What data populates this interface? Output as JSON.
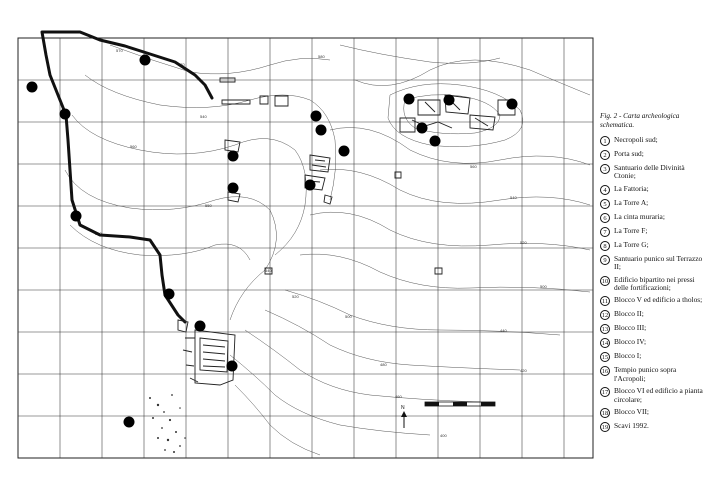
{
  "caption": "Fig. 2 - Carta archeologica schematica.",
  "legend": [
    {
      "num": "1",
      "label": "Necropoli sud;"
    },
    {
      "num": "2",
      "label": "Porta sud;"
    },
    {
      "num": "3",
      "label": "Santuario delle Divinità Ctonie;"
    },
    {
      "num": "4",
      "label": "La Fattoria;"
    },
    {
      "num": "5",
      "label": "La Torre A;"
    },
    {
      "num": "6",
      "label": "La cinta muraria;"
    },
    {
      "num": "7",
      "label": "La Torre F;"
    },
    {
      "num": "8",
      "label": "La Torre G;"
    },
    {
      "num": "9",
      "label": "Santuario punico sul Terrazzo II;"
    },
    {
      "num": "10",
      "label": "Edificio bipartito nei pressi delle fortificazioni;"
    },
    {
      "num": "11",
      "label": "Blocco V ed edificio a tholos;"
    },
    {
      "num": "12",
      "label": "Blocco II;"
    },
    {
      "num": "13",
      "label": "Blocco III;"
    },
    {
      "num": "14",
      "label": "Blocco IV;"
    },
    {
      "num": "15",
      "label": "Blocco I;"
    },
    {
      "num": "16",
      "label": "Tempio punico sopra l'Acropoli;"
    },
    {
      "num": "17",
      "label": "Blocco VI ed edificio a pianta circolare;"
    },
    {
      "num": "18",
      "label": "Blocco VII;"
    },
    {
      "num": "19",
      "label": "Scavi 1992."
    }
  ],
  "map": {
    "north_label": "N",
    "contour_labels": [
      "570",
      "570",
      "580",
      "560",
      "540",
      "560",
      "550",
      "540",
      "520",
      "500",
      "480",
      "460",
      "440",
      "420",
      "400",
      "560",
      "540",
      "520",
      "500"
    ]
  }
}
